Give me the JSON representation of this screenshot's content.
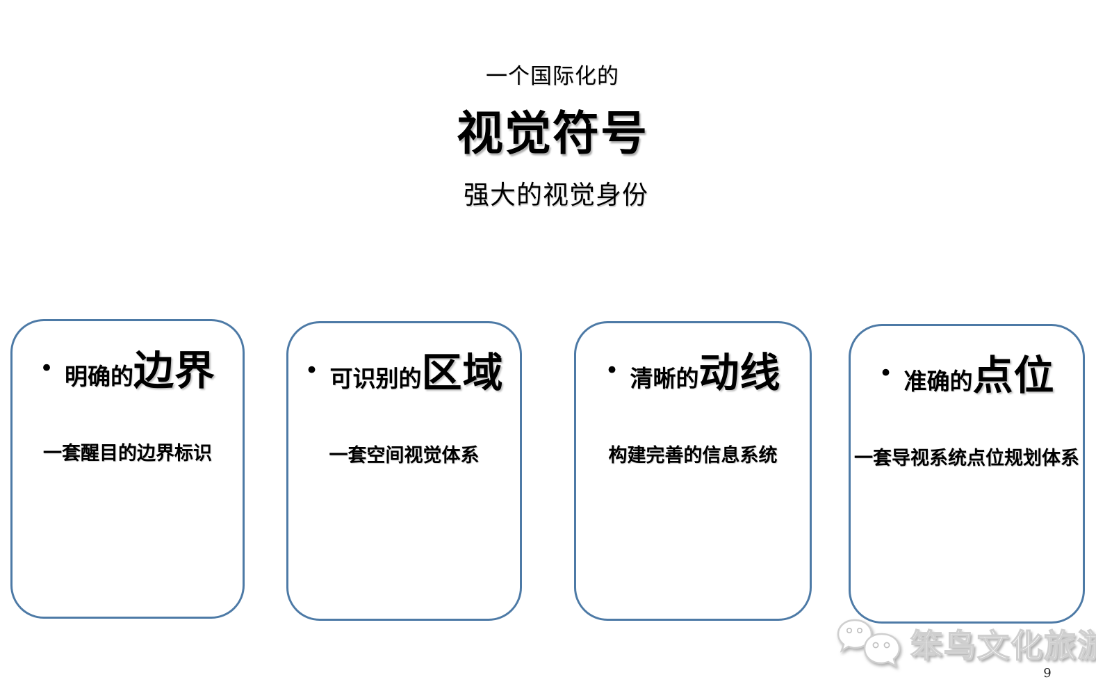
{
  "header": {
    "eyebrow": "一个国际化的",
    "title": "视觉符号",
    "subtitle": "强大的视觉身份"
  },
  "ui": {
    "bullet": "•"
  },
  "cards": [
    {
      "prefix": "明确的",
      "keyword": "边界",
      "description": "一套醒目的边界标识"
    },
    {
      "prefix": "可识别的",
      "keyword": "区域",
      "description": "一套空间视觉体系"
    },
    {
      "prefix": "清晰的",
      "keyword": "动线",
      "description": "构建完善的信息系统"
    },
    {
      "prefix": "准确的",
      "keyword": "点位",
      "description": "一套导视系统点位规划体系"
    }
  ],
  "footer": {
    "watermark_text": "笨鸟文化旅游",
    "page_number": "9"
  },
  "colors": {
    "card_border": "#4d7aa6",
    "text": "#000000",
    "watermark_fill": "#ffffff",
    "watermark_outline": "#cfcfcf"
  }
}
